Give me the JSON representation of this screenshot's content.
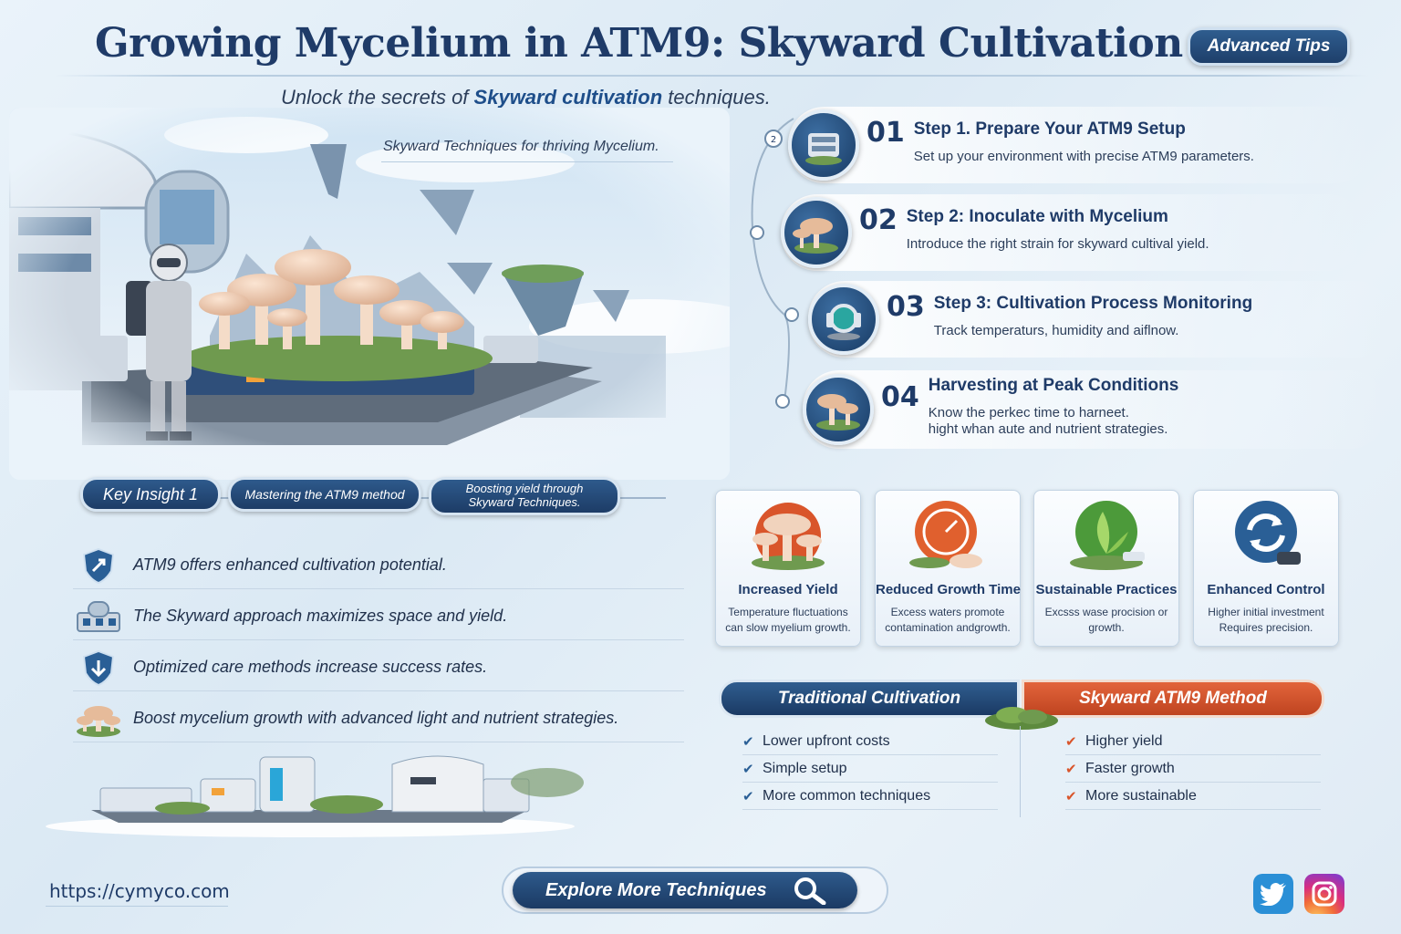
{
  "header": {
    "title": "Growing Mycelium in ATM9: Skyward Cultivation",
    "advanced_tips": "Advanced Tips",
    "subtitle_pre": "Unlock the secrets of ",
    "subtitle_bold": "Skyward cultivation",
    "subtitle_post": " techniques."
  },
  "hero": {
    "caption": "Skyward Techniques for thriving Mycelium."
  },
  "insights": {
    "pill1": "Key Insight 1",
    "pill2": "Mastering the ATM9 method",
    "pill3_line1": "Boosting yield through",
    "pill3_line2": "Skyward Techniques."
  },
  "benefits": [
    {
      "text": "ATM9 offers enhanced cultivation potential.",
      "icon": "shield-arrow-icon"
    },
    {
      "text": "The Skyward approach maximizes space and yield.",
      "icon": "building-icon"
    },
    {
      "text": "Optimized care methods increase success rates.",
      "icon": "shield-down-icon"
    },
    {
      "text": "Boost mycelium growth with advanced light and nutrient strategies.",
      "icon": "mushroom-icon"
    }
  ],
  "steps": [
    {
      "num": "01",
      "title": "Step 1. Prepare Your ATM9 Setup",
      "desc": "Set up your environment with precise ATM9 parameters.",
      "desc2": "",
      "icon": "machine-icon",
      "marker": "2"
    },
    {
      "num": "02",
      "title": "Step 2: Inoculate with Mycelium",
      "desc": "Introduce the right strain for skyward cultival yield.",
      "desc2": "",
      "icon": "mushroom-icon"
    },
    {
      "num": "03",
      "title": "Step 3: Cultivation Process Monitoring",
      "desc": "Track temperaturs, humidity and aiflnow.",
      "desc2": "",
      "icon": "monitor-icon"
    },
    {
      "num": "04",
      "title": "Harvesting at Peak Conditions",
      "desc": "Know the perkec time to harneet.",
      "desc2": "hight whan aute and nutrient strategies.",
      "icon": "mushroom-icon"
    }
  ],
  "cards": [
    {
      "title": "Increased Yield",
      "desc": "Temperature fluctuations can slow myelium growth.",
      "icon": "mushroom-icon",
      "color": "#d9552b"
    },
    {
      "title": "Reduced Growth Time",
      "desc": "Excess waters promote contamination andgrowth.",
      "icon": "clock-icon",
      "color": "#e0602e"
    },
    {
      "title": "Sustainable Practices",
      "desc": "Excsss wase procision or growth.",
      "icon": "leaf-icon",
      "color": "#4c9a3a"
    },
    {
      "title": "Enhanced Control",
      "desc": "Higher initial investment Requires precision.",
      "icon": "refresh-icon",
      "color": "#2a5f96"
    }
  ],
  "comparison": {
    "traditional": {
      "label": "Traditional Cultivation",
      "items": [
        "Lower upfront costs",
        "Simple setup",
        "More common techniques"
      ]
    },
    "skyward": {
      "label": "Skyward ATM9 Method",
      "items": [
        "Higher yield",
        "Faster growth",
        "More sustainable"
      ]
    },
    "check": "✔"
  },
  "footer": {
    "url": "https://cymyco.com",
    "explore": "Explore More Techniques"
  },
  "colors": {
    "navy": "#1f3b68",
    "accent_orange": "#d9552b",
    "check_blue": "#2a5f96",
    "check_orange": "#d9552b"
  }
}
